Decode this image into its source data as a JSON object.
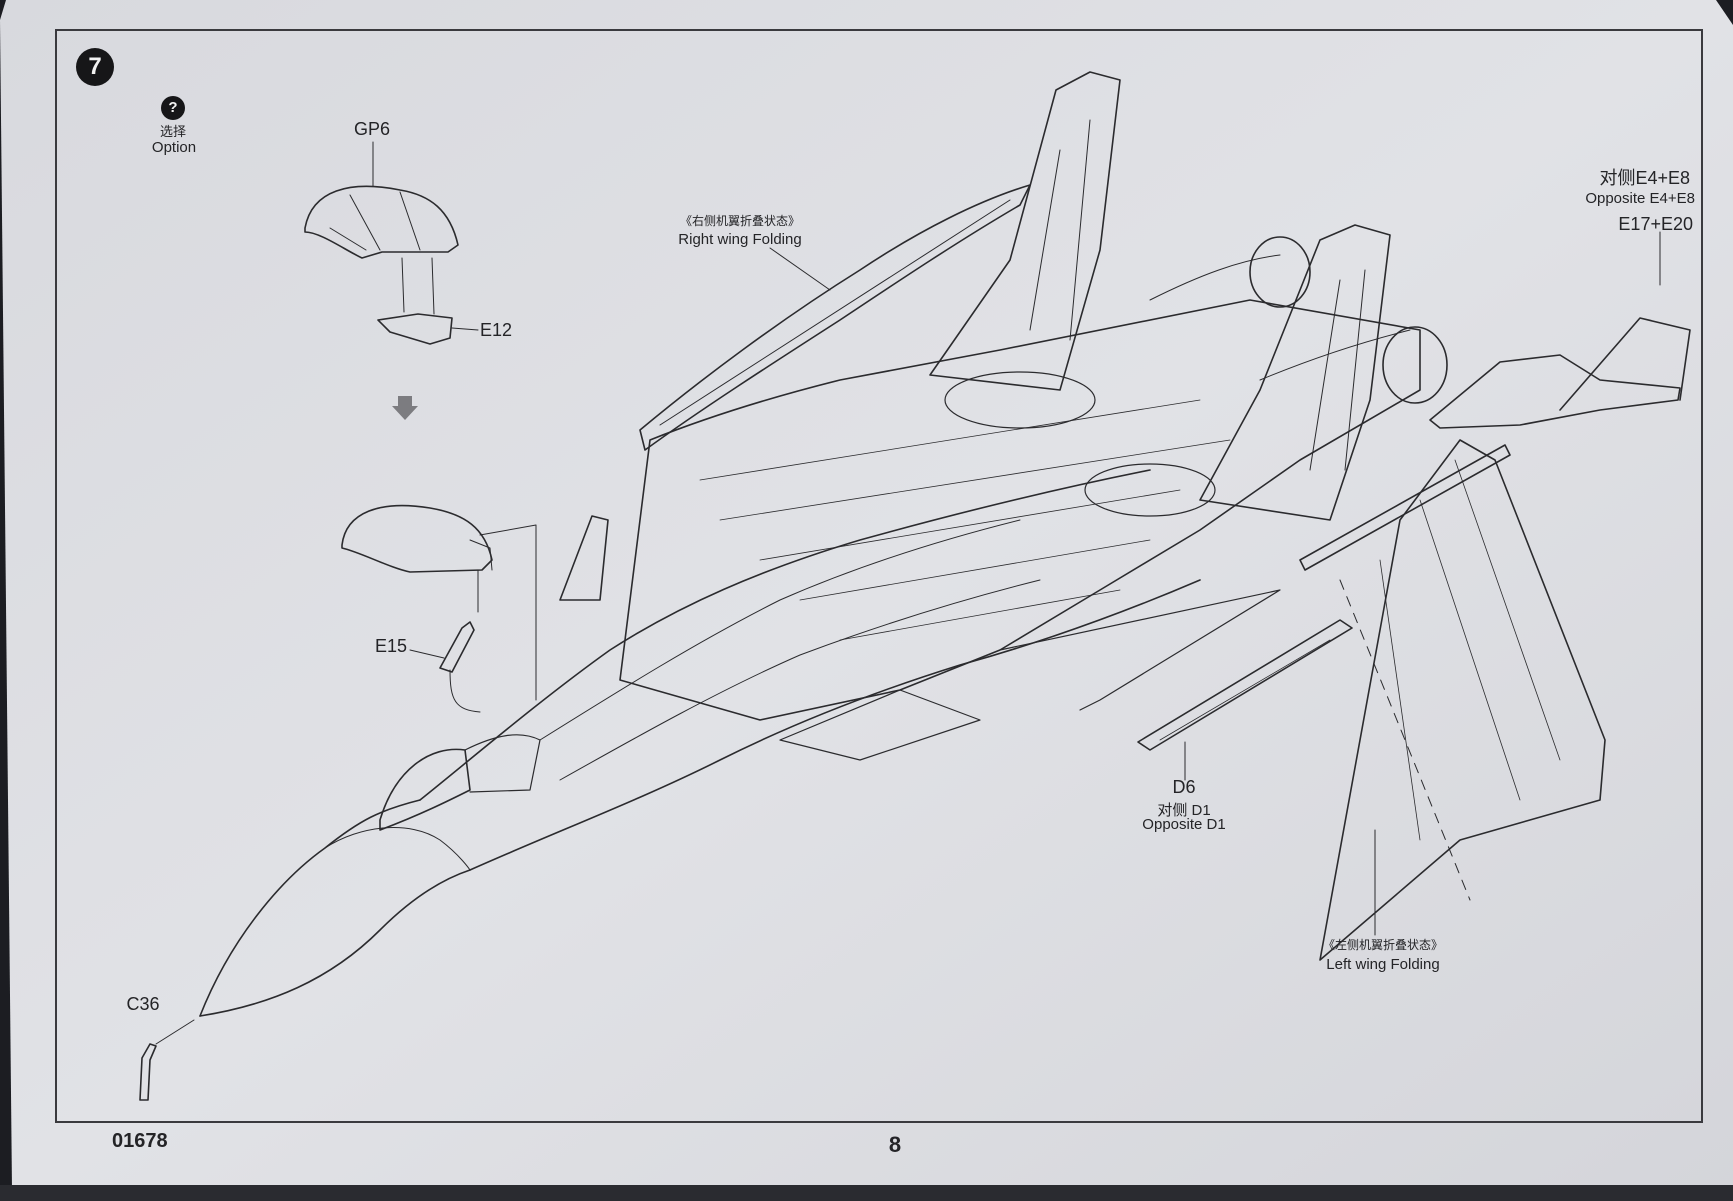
{
  "step": {
    "number": "7"
  },
  "option": {
    "label_cn": "选择",
    "label_en": "Option"
  },
  "parts": {
    "gp6": "GP6",
    "e12": "E12",
    "e15": "E15",
    "c36": "C36",
    "d6": "D6",
    "d6_opposite_cn": "对侧 D1",
    "d6_opposite_en": "Opposite D1",
    "opposite_cn": "对侧E4+E8",
    "opposite_en": "Opposite E4+E8",
    "e17_e20": "E17+E20"
  },
  "annotations": {
    "right_wing_cn": "《右侧机翼折叠状态》",
    "right_wing_en": "Right wing Folding",
    "left_wing_cn": "《左侧机翼折叠状态》",
    "left_wing_en": "Left wing Folding"
  },
  "footer": {
    "kit_number": "01678",
    "page_number": "8"
  },
  "colors": {
    "paper": "#dcdde1",
    "ink": "#2b2b2e",
    "background": "#1c1d22"
  }
}
